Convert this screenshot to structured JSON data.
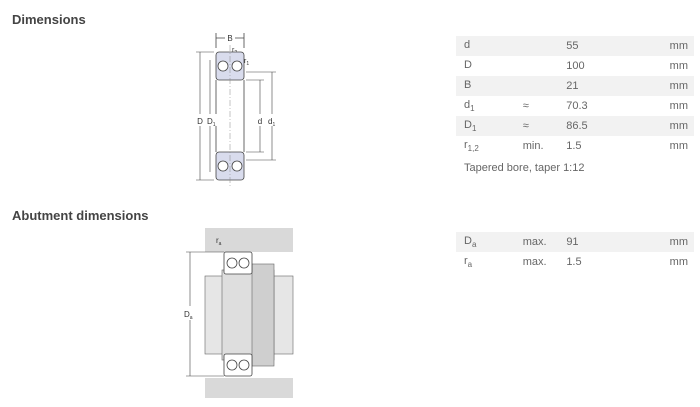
{
  "dimensions": {
    "title": "Dimensions",
    "rows": [
      {
        "sym": "d",
        "sub": "",
        "qual": "",
        "value": "55",
        "unit": "mm"
      },
      {
        "sym": "D",
        "sub": "",
        "qual": "",
        "value": "100",
        "unit": "mm"
      },
      {
        "sym": "B",
        "sub": "",
        "qual": "",
        "value": "21",
        "unit": "mm"
      },
      {
        "sym": "d",
        "sub": "1",
        "qual": "≈",
        "value": "70.3",
        "unit": "mm"
      },
      {
        "sym": "D",
        "sub": "1",
        "qual": "≈",
        "value": "86.5",
        "unit": "mm"
      },
      {
        "sym": "r",
        "sub": "1,2",
        "qual": "min.",
        "value": "1.5",
        "unit": "mm"
      }
    ],
    "note": "Tapered bore, taper 1:12",
    "drawing_labels": {
      "B": "B",
      "r2": "r",
      "r2_sub": "2",
      "r1": "r",
      "r1_sub": "1",
      "D": "D",
      "D1": "D",
      "D1_sub": "1",
      "d": "d",
      "d1": "d",
      "d1_sub": "1"
    }
  },
  "abutment": {
    "title": "Abutment dimensions",
    "rows": [
      {
        "sym": "D",
        "sub": "a",
        "qual": "max.",
        "value": "91",
        "unit": "mm"
      },
      {
        "sym": "r",
        "sub": "a",
        "qual": "max.",
        "value": "1.5",
        "unit": "mm"
      }
    ],
    "drawing_labels": {
      "ra": "r",
      "ra_sub": "a",
      "Da": "D",
      "Da_sub": "a"
    }
  }
}
